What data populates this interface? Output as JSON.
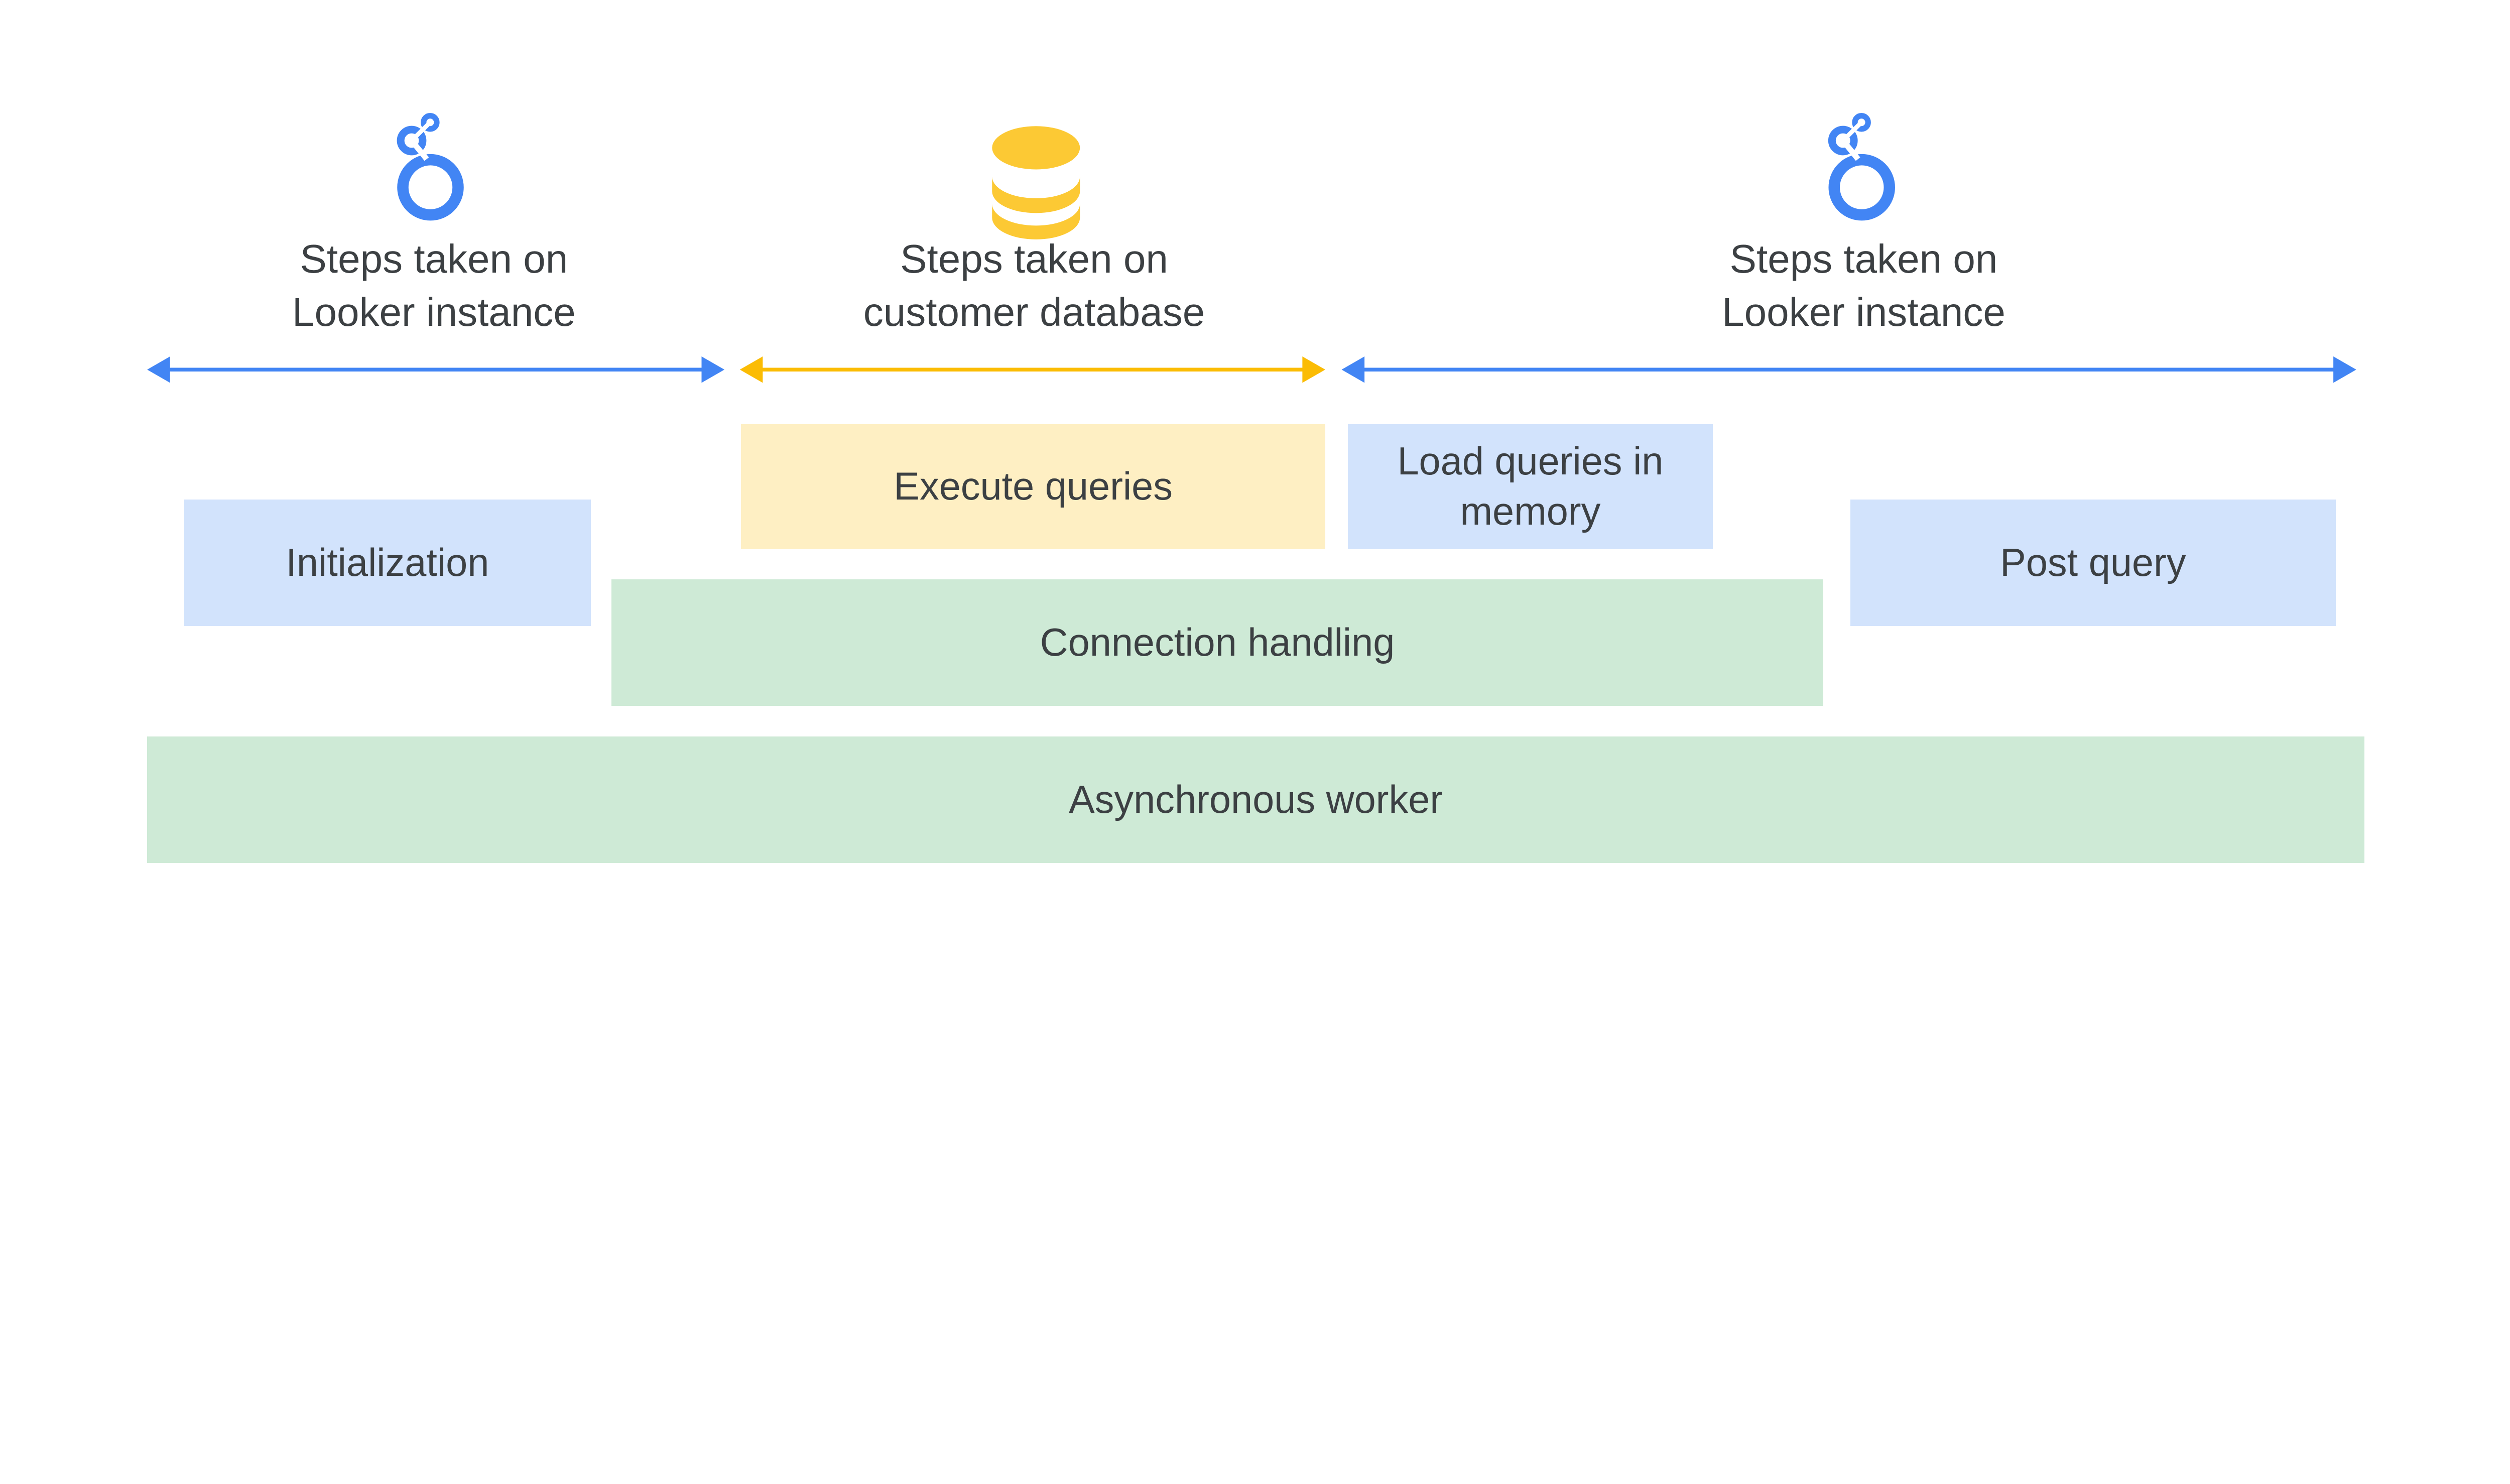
{
  "colors": {
    "looker_blue": "#4285F4",
    "database_yellow": "#FCC934",
    "arrow_yellow": "#FBBC04",
    "blue_box": "#D2E3FC",
    "yellow_box": "#FEEFC3",
    "green_box": "#CEEAD6",
    "text": "#3C4043"
  },
  "sections": [
    {
      "icon": "looker-icon",
      "line1": "Steps taken on",
      "line2": "Looker instance"
    },
    {
      "icon": "database-icon",
      "line1": "Steps taken on",
      "line2": "customer database"
    },
    {
      "icon": "looker-icon",
      "line1": "Steps taken on",
      "line2": "Looker instance"
    }
  ],
  "boxes": {
    "initialization": "Initialization",
    "execute_queries": "Execute queries",
    "load_queries": "Load queries in memory",
    "post_query": "Post query",
    "connection_handling": "Connection handling",
    "async_worker": "Asynchronous worker"
  }
}
